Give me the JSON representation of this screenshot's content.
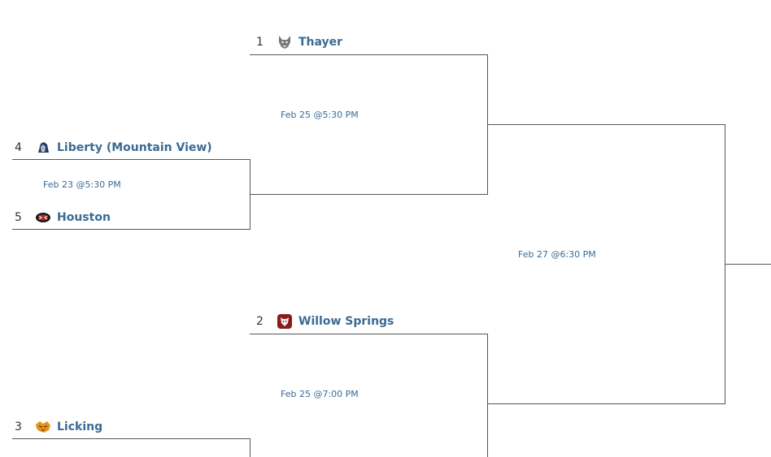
{
  "teams": [
    {
      "seed": "1",
      "name": "Thayer",
      "icon": "wolf-logo-icon"
    },
    {
      "seed": "4",
      "name": "Liberty (Mountain View)",
      "icon": "eagle-logo-icon"
    },
    {
      "seed": "5",
      "name": "Houston",
      "icon": "tiger-logo-icon"
    },
    {
      "seed": "2",
      "name": "Willow Springs",
      "icon": "bear-logo-icon"
    },
    {
      "seed": "3",
      "name": "Licking",
      "icon": "wildcat-logo-icon"
    }
  ],
  "games": [
    {
      "date": "Feb 23 @5:30 PM"
    },
    {
      "date": "Feb 25 @5:30 PM"
    },
    {
      "date": "Feb 25 @7:00 PM"
    },
    {
      "date": "Feb 27 @6:30 PM"
    }
  ],
  "colors": {
    "line": "#555555",
    "link": "#3a6b95",
    "seed": "#333333"
  }
}
